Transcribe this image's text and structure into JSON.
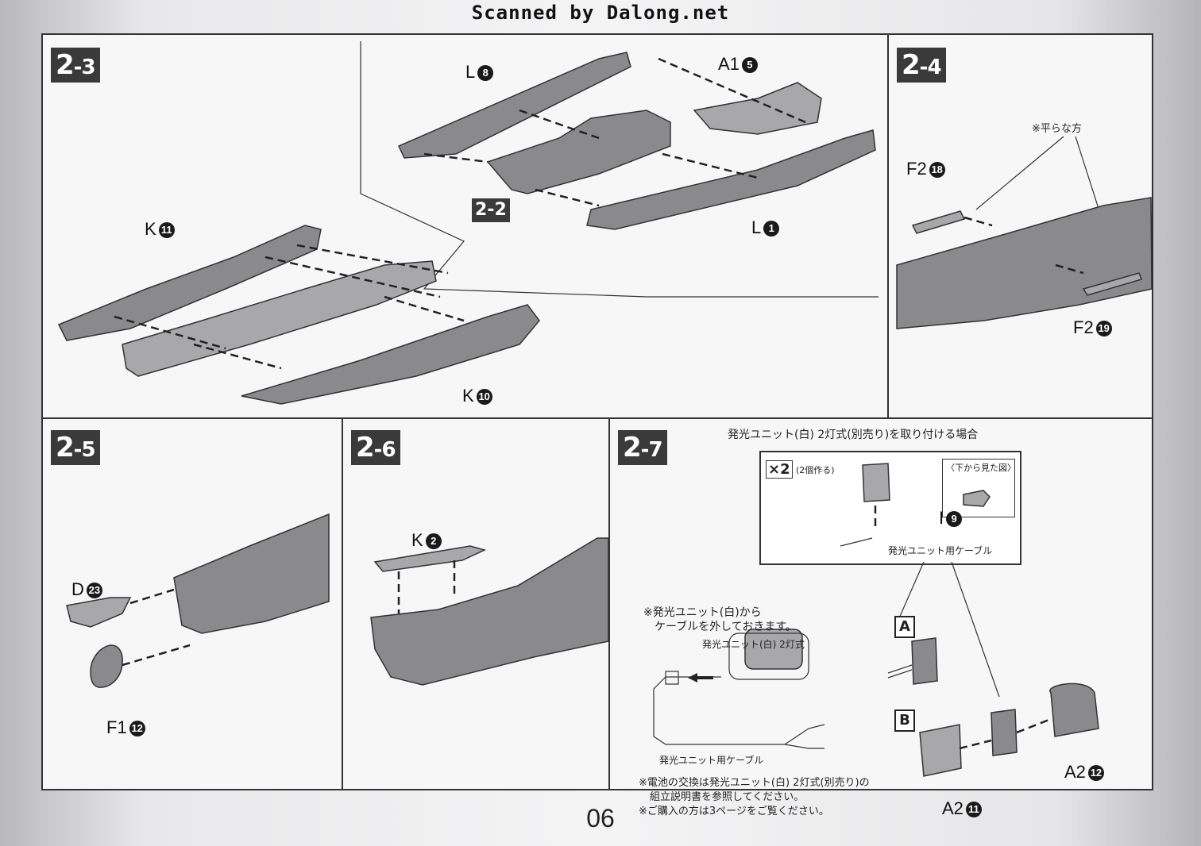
{
  "scan_credit": "Scanned by Dalong.net",
  "page_number": "06",
  "steps": {
    "s23": {
      "badge_main": "2",
      "badge_sub": "-3",
      "ref_badge": "2-2",
      "labels": {
        "l8": {
          "letter": "L",
          "num": "8"
        },
        "a15": {
          "letter": "A1",
          "num": "5"
        },
        "l1": {
          "letter": "L",
          "num": "1"
        },
        "k11": {
          "letter": "K",
          "num": "11"
        },
        "k10": {
          "letter": "K",
          "num": "10"
        }
      }
    },
    "s24": {
      "badge_main": "2",
      "badge_sub": "-4",
      "note_flat": "※平らな方",
      "labels": {
        "f218": {
          "letter": "F2",
          "num": "18"
        },
        "f219": {
          "letter": "F2",
          "num": "19"
        }
      }
    },
    "s25": {
      "badge_main": "2",
      "badge_sub": "-5",
      "labels": {
        "d23": {
          "letter": "D",
          "num": "23"
        },
        "f112": {
          "letter": "F1",
          "num": "12"
        }
      }
    },
    "s26": {
      "badge_main": "2",
      "badge_sub": "-6",
      "labels": {
        "k2": {
          "letter": "K",
          "num": "2"
        }
      }
    },
    "s27": {
      "badge_main": "2",
      "badge_sub": "-7",
      "title": "発光ユニット(白) 2灯式(別売り)を取り付ける場合",
      "times_two": "×2",
      "make_two": "(2個作る)",
      "bottom_view": "〈下から見た図〉",
      "cable_label_top": "発光ユニット用ケーブル",
      "remove_note_1": "※発光ユニット(白)から",
      "remove_note_2": "ケーブルを外しておきます。",
      "unit_label": "発光ユニット(白) 2灯式",
      "cable_label_bottom": "発光ユニット用ケーブル",
      "battery_note_1": "※電池の交換は発光ユニット(白) 2灯式(別売り)の",
      "battery_note_2": "組立説明書を参照してください。",
      "purchase_note": "※ご購入の方は3ページをご覧ください。",
      "box_a": "A",
      "box_b": "B",
      "labels": {
        "i9": {
          "letter": "I",
          "num": "9"
        },
        "a212": {
          "letter": "A2",
          "num": "12"
        },
        "a211": {
          "letter": "A2",
          "num": "11"
        }
      }
    }
  }
}
